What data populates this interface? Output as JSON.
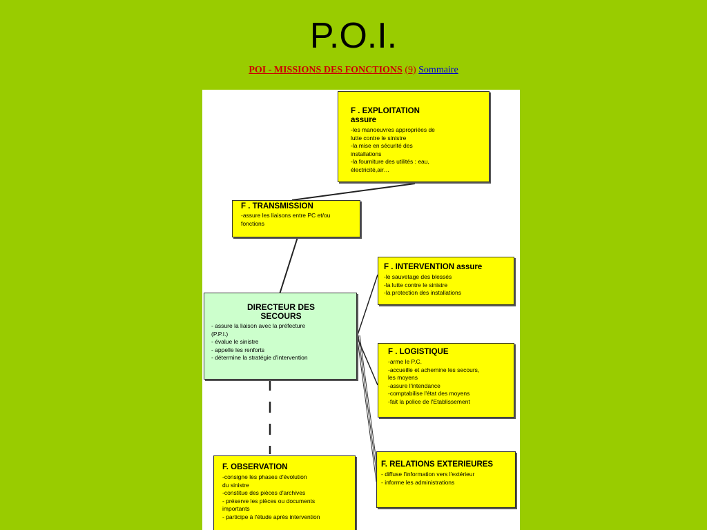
{
  "page": {
    "title": "P.O.I.",
    "subtitle": {
      "red_text": "POI - MISSIONS DES FONCTIONS",
      "count": "(9)",
      "link": "Sommaire"
    }
  },
  "diagram": {
    "exploitation": {
      "title": "F . EXPLOITATION",
      "subtitle": "assure",
      "items": [
        "-les manoeuvres appropriées de",
        "lutte contre le sinistre",
        "-la mise en sécurité des",
        "installations",
        "-la fourniture des utilités : eau,",
        "électricité,air…"
      ]
    },
    "transmission": {
      "title": "F . TRANSMISSION",
      "items": [
        "-assure les liaisons entre PC et/ou",
        "fonctions"
      ]
    },
    "directeur": {
      "title_line1": "DIRECTEUR DES",
      "title_line2": "SECOURS",
      "items": [
        "- assure la liaison avec la préfecture",
        "(P.P.I.)",
        "- évalue le sinistre",
        "- appelle les renforts",
        "- détermine la stratégie d'intervention"
      ]
    },
    "intervention": {
      "title": "F . INTERVENTION assure",
      "items": [
        "-le sauvetage des blessés",
        "-la lutte contre le sinistre",
        "-la protection des installations"
      ]
    },
    "logistique": {
      "title": "F . LOGISTIQUE",
      "items": [
        "-arme le P.C.",
        "-accueille et achemine les secours,",
        "les moyens",
        "-assure l'intendance",
        "-comptabilise l'état des moyens",
        "-fait la police de l'Etablissement"
      ]
    },
    "relations": {
      "title": "F. RELATIONS EXTERIEURES",
      "items": [
        "- diffuse l'information vers l'extérieur",
        "- informe les administrations"
      ]
    },
    "observation": {
      "title": "F. OBSERVATION",
      "items": [
        "-consigne les phases d'évolution",
        "du sinistre",
        "-constitue des pièces d'archives",
        "- préserve les pièces ou documents",
        "importants",
        "- participe à l'étude après intervention"
      ]
    }
  }
}
